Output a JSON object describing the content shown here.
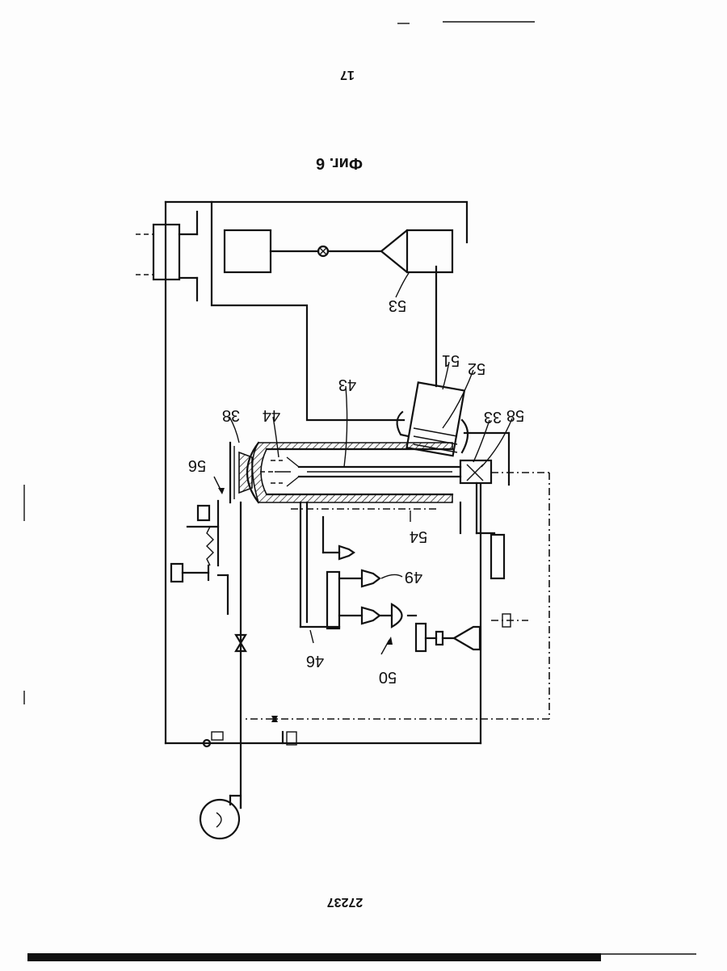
{
  "page": {
    "number_top": "17",
    "figure_caption": "Фиг. 6",
    "number_bottom": "27237"
  },
  "diagram": {
    "labels": [
      "38",
      "44",
      "43",
      "51",
      "52",
      "33",
      "58",
      "56",
      "53",
      "54",
      "49",
      "46",
      "50"
    ]
  }
}
